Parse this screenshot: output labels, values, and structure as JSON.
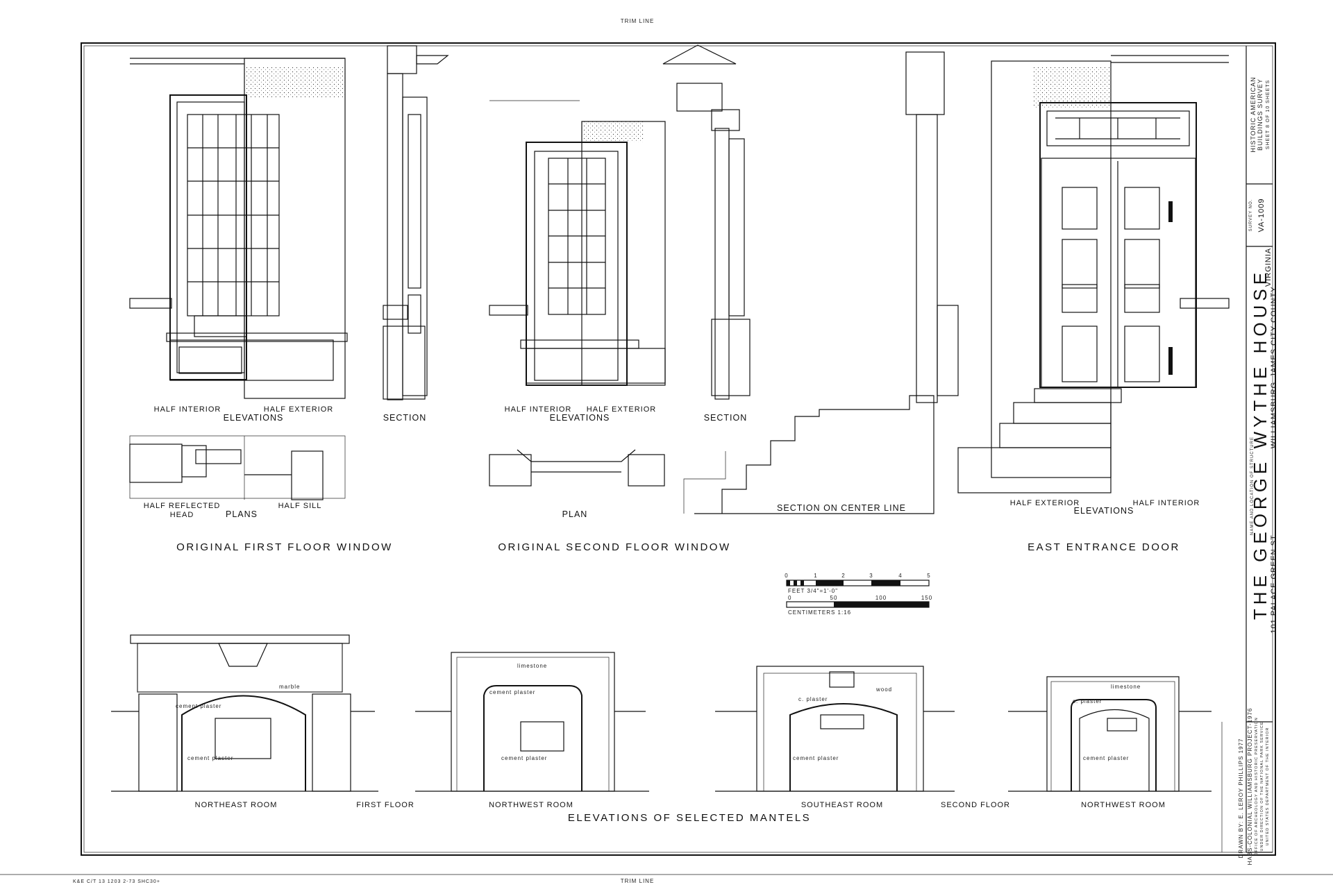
{
  "sheet": {
    "trim_top": "TRIM LINE",
    "trim_bottom": "TRIM LINE",
    "printer_mark": "K&E C/T 13 1203 2-73 SHC30+"
  },
  "first_floor_window": {
    "title": "ORIGINAL FIRST FLOOR WINDOW",
    "half_interior": "HALF INTERIOR",
    "half_exterior": "HALF EXTERIOR",
    "elevations": "ELEVATIONS",
    "section": "SECTION",
    "half_reflected_head_1": "HALF REFLECTED",
    "half_reflected_head_2": "HEAD",
    "plans": "PLANS",
    "half_sill": "HALF SILL"
  },
  "second_floor_window": {
    "title": "ORIGINAL SECOND FLOOR WINDOW",
    "half_interior": "HALF INTERIOR",
    "half_exterior": "HALF EXTERIOR",
    "elevations": "ELEVATIONS",
    "section": "SECTION",
    "plan": "PLAN",
    "section_center": "SECTION ON CENTER LINE"
  },
  "east_door": {
    "title": "EAST ENTRANCE DOOR",
    "half_exterior": "HALF EXTERIOR",
    "half_interior": "HALF INTERIOR",
    "elevations": "ELEVATIONS"
  },
  "scale": {
    "feet_ticks": [
      "0",
      "1",
      "2",
      "3",
      "4",
      "5"
    ],
    "feet_label": "FEET 3/4\"=1'-0\"",
    "cm_ticks": [
      "0",
      "50",
      "100",
      "150"
    ],
    "cm_label": "CENTIMETERS 1:16"
  },
  "mantels": {
    "title": "ELEVATIONS OF SELECTED MANTELS",
    "first_floor": "FIRST FLOOR",
    "second_floor": "SECOND FLOOR",
    "rooms": [
      {
        "name": "NORTHEAST ROOM",
        "mat_a": "marble",
        "mat_b": "cement plaster",
        "mat_c": "cement plaster"
      },
      {
        "name": "NORTHWEST ROOM",
        "mat_a": "limestone",
        "mat_b": "cement plaster",
        "mat_c": "cement plaster"
      },
      {
        "name": "SOUTHEAST ROOM",
        "mat_a": "wood",
        "mat_b": "c. plaster",
        "mat_c": "cement plaster"
      },
      {
        "name": "NORTHWEST ROOM",
        "mat_a": "limestone",
        "mat_b": "c. plaster",
        "mat_c": "cement plaster"
      }
    ]
  },
  "title_block": {
    "structure_caption": "NAME AND LOCATION OF STRUCTURE",
    "name": "THE GEORGE WYTHE HOUSE",
    "city": "WILLIAMSBURG",
    "county": "JAMES CITY COUNTY",
    "state": "VIRGINIA",
    "address": "101 PALACE GREEN ST.",
    "survey_no_caption": "SURVEY NO.",
    "survey_no": "VA-1009",
    "habs_line1": "HISTORIC AMERICAN",
    "habs_line2": "BUILDINGS SURVEY",
    "sheet_of": "SHEET 8 OF 10 SHEETS",
    "drawn_by": "DRAWN BY: E. LEROY PHILLIPS 1977",
    "project": "HABS-COLONIAL WILLIAMSBURG PROJECT-1976",
    "office_1": "OFFICE OF ARCHEOLOGY AND HISTORIC PRESERVATION",
    "office_2": "UNDER DIRECTION OF THE NATIONAL PARK SERVICE",
    "office_3": "UNITED STATES DEPARTMENT OF THE INTERIOR"
  }
}
